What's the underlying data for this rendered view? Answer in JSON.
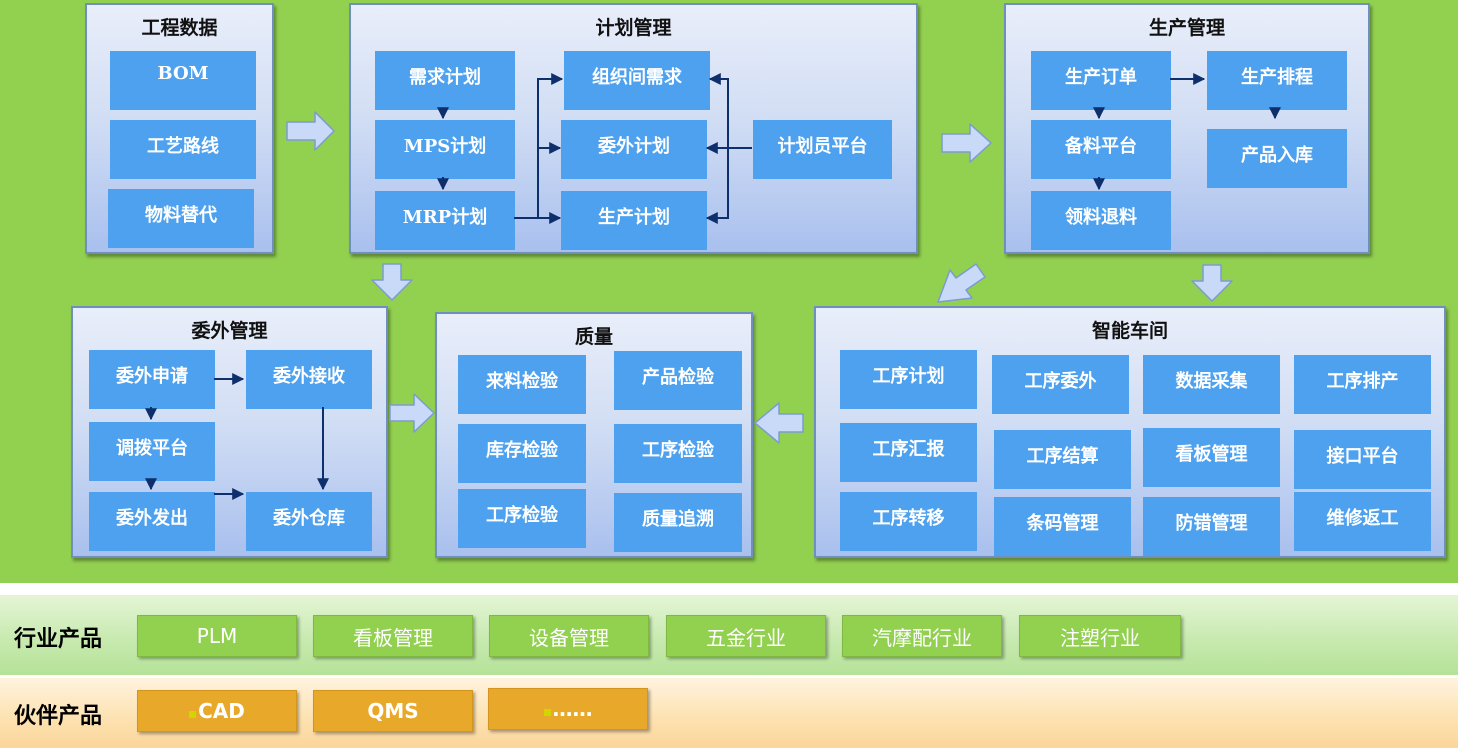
{
  "colors": {
    "background": "#92d050",
    "box_fill": "#4da1ee",
    "panel_border": "#6f8fbf",
    "industry_product": "#92d050",
    "partner_product": "#e8a92a",
    "arrow_fill": "#c9daf8"
  },
  "engineering": {
    "title": "工程数据",
    "items": [
      "BOM",
      "工艺路线",
      "物料替代"
    ]
  },
  "planning": {
    "title": "计划管理",
    "items": {
      "demand_plan": "需求计划",
      "mps_plan": "MPS计划",
      "mrp_plan": "MRP计划",
      "inter_org_demand": "组织间需求",
      "outsource_plan": "委外计划",
      "production_plan": "生产计划",
      "planner_platform": "计划员平台"
    }
  },
  "production": {
    "title": "生产管理",
    "items": {
      "production_order": "生产订单",
      "production_schedule": "生产排程",
      "material_prep_platform": "备料平台",
      "product_warehousing": "产品入库",
      "material_issue_return": "领料退料"
    }
  },
  "outsourcing": {
    "title": "委外管理",
    "items": {
      "outsource_request": "委外申请",
      "outsource_receipt": "委外接收",
      "transfer_platform": "调拨平台",
      "outsource_dispatch": "委外发出",
      "outsource_warehouse": "委外仓库"
    }
  },
  "quality": {
    "title": "质量",
    "items": {
      "incoming_inspection": "来料检验",
      "product_inspection": "产品检验",
      "inventory_inspection": "库存检验",
      "process_inspection_1": "工序检验",
      "process_inspection_2": "工序检验",
      "quality_traceability": "质量追溯"
    }
  },
  "smart_workshop": {
    "title": "智能车间",
    "items": {
      "process_plan": "工序计划",
      "process_outsource": "工序委外",
      "data_collection": "数据采集",
      "process_scheduling": "工序排产",
      "process_report": "工序汇报",
      "process_settlement": "工序结算",
      "kanban_management": "看板管理",
      "interface_platform": "接口平台",
      "process_transfer": "工序转移",
      "barcode_management": "条码管理",
      "error_proofing": "防错管理",
      "repair_rework": "维修返工"
    }
  },
  "industry_products": {
    "label": "行业产品",
    "items": [
      "PLM",
      "看板管理",
      "设备管理",
      "五金行业",
      "汽摩配行业",
      "注塑行业"
    ]
  },
  "partner_products": {
    "label": "伙伴产品",
    "items": [
      "CAD",
      "QMS",
      "……"
    ]
  }
}
